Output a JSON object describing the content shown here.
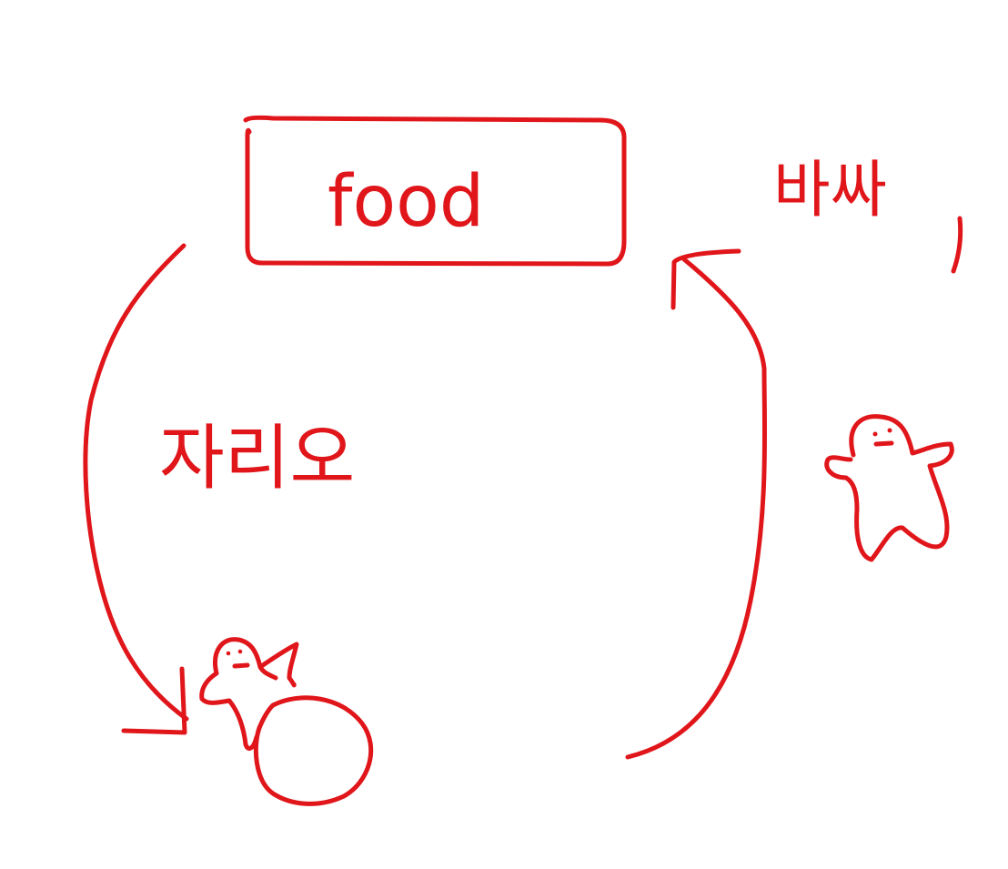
{
  "diagram": {
    "ink_color": "#e0161b",
    "background_color": "#ffffff",
    "food_box": {
      "label": "food"
    },
    "left_label": "자리오",
    "right_label": "바싸"
  }
}
